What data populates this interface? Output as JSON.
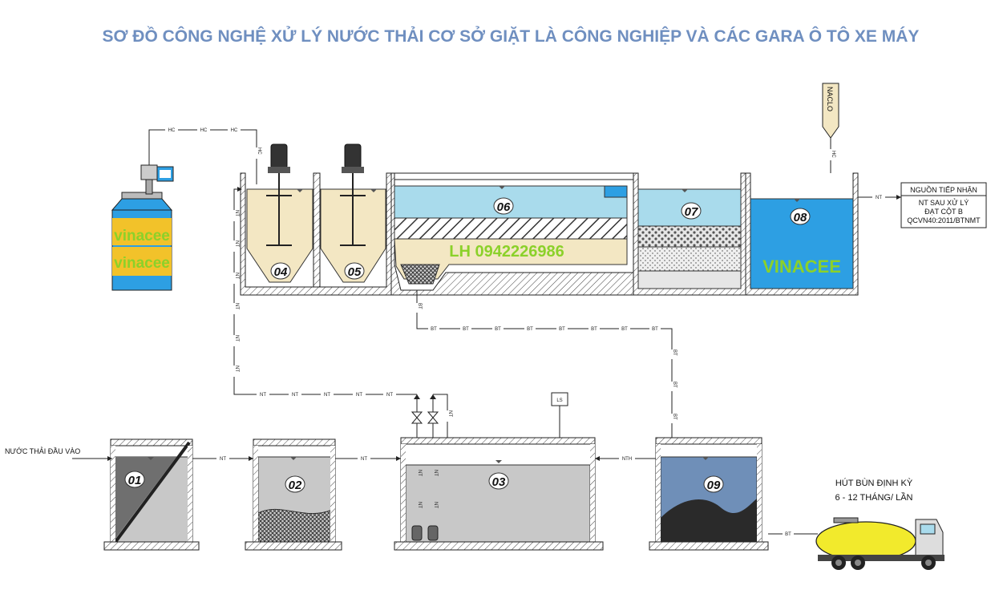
{
  "title": "SƠ ĐỒ CÔNG NGHỆ XỬ LÝ NƯỚC THẢI CƠ SỞ GIẶT LÀ CÔNG NGHIỆP VÀ CÁC GARA Ô TÔ XE MÁY",
  "colors": {
    "title": "#6f8fc0",
    "brand_green": "#8bd12a",
    "water_light_blue": "#a9dbec",
    "water_dark_blue": "#2d9fe3",
    "sludge_blue": "#6f8fb8",
    "beige": "#f3e7c3",
    "grey": "#c8c8c8",
    "truck_yellow": "#f2ea2c"
  },
  "tanks": [
    {
      "id": "01"
    },
    {
      "id": "02"
    },
    {
      "id": "03"
    },
    {
      "id": "04"
    },
    {
      "id": "05"
    },
    {
      "id": "06"
    },
    {
      "id": "07"
    },
    {
      "id": "08"
    },
    {
      "id": "09"
    }
  ],
  "pipe_labels": {
    "hc": "HC",
    "nt": "NT",
    "bt": "BT",
    "nth": "NTH",
    "ls": "LS",
    "naclo": "NACLO"
  },
  "inlet_label": "NƯỚC THẢI ĐẦU VÀO",
  "outlet_box": {
    "title": "NGUỒN TIẾP NHẬN",
    "lines": [
      "NT SAU XỬ LÝ",
      "ĐẠT CỘT B",
      "QCVN40:2011/BTNMT"
    ]
  },
  "sludge_note": [
    "HÚT BÙN ĐỊNH KỲ",
    "6 - 12 THÁNG/ LẦN"
  ],
  "watermarks": {
    "tank_brand": "vinacee",
    "tank_brand_2": "vinacee",
    "phone": "LH 0942226986",
    "tank8_brand": "VINACEE"
  }
}
